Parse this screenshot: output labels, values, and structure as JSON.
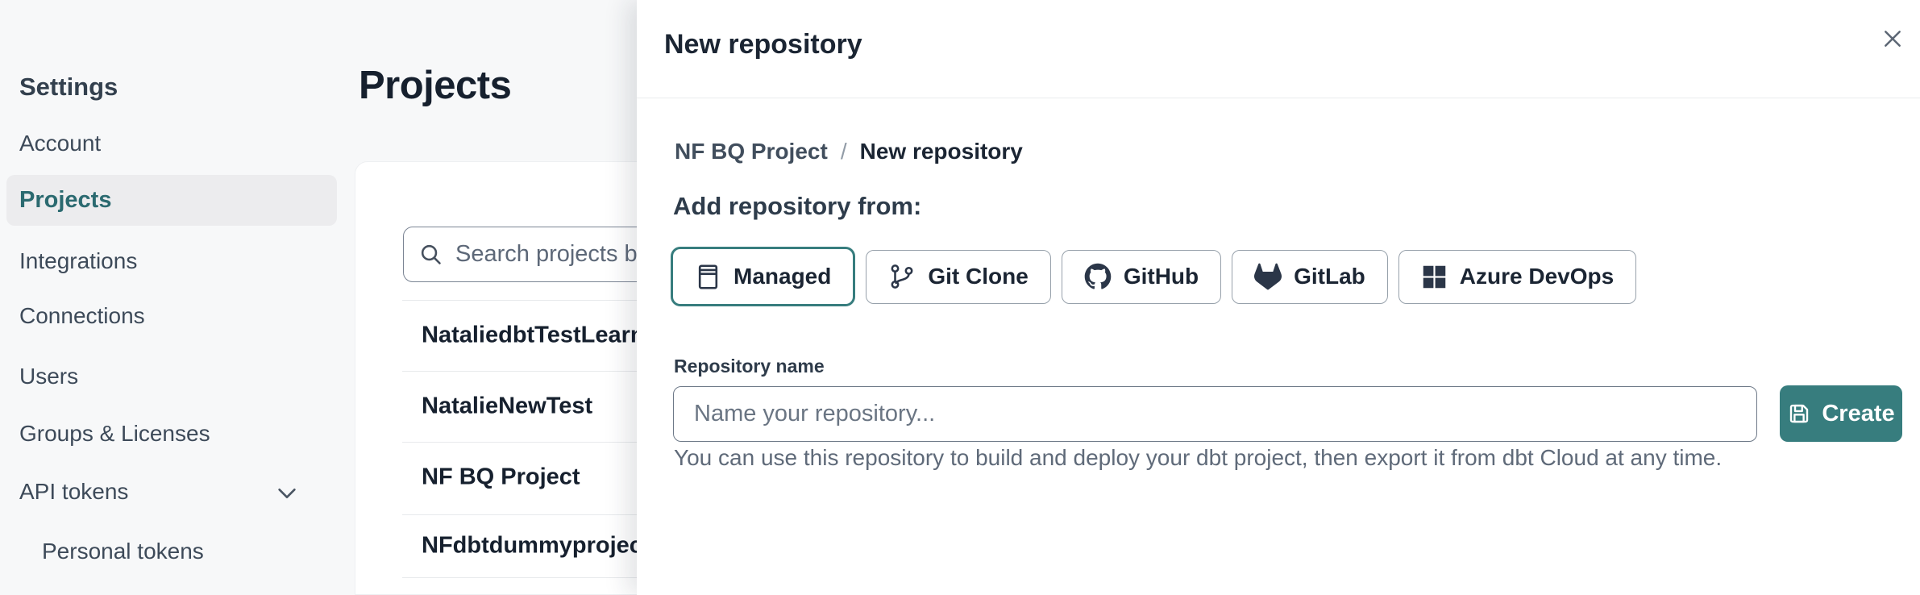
{
  "colors": {
    "teal_accent": "#377D7E",
    "dark_text": "#1B2533",
    "slate_text": "#3D4A59",
    "muted_text": "#5F6A79",
    "page_background": "#F7F8F9",
    "active_item_background": "#ECECEE",
    "active_item_text": "#2B6A70",
    "divider": "#E8EAEC"
  },
  "sidebar": {
    "title": "Settings",
    "items": [
      {
        "label": "Account"
      },
      {
        "label": "Projects",
        "active": true
      },
      {
        "label": "Integrations"
      },
      {
        "label": "Connections"
      },
      {
        "label": "Users"
      },
      {
        "label": "Groups & Licenses"
      },
      {
        "label": "API tokens",
        "icon": "chevron-down-icon"
      },
      {
        "label": "Personal tokens",
        "indented": true
      }
    ]
  },
  "projects_panel": {
    "title": "Projects",
    "search": {
      "icon": "search-icon",
      "placeholder": "Search projects by na"
    },
    "rows": [
      {
        "name": "NataliedbtTestLearn T"
      },
      {
        "name": "NatalieNewTest"
      },
      {
        "name": "NF BQ Project"
      },
      {
        "name": "NFdbtdummyproject"
      }
    ]
  },
  "modal": {
    "title": "New repository",
    "close_icon": "close-icon",
    "breadcrumb": {
      "project": "NF BQ Project",
      "separator": "/",
      "current": "New repository"
    },
    "heading": "Add repository from:",
    "source_buttons": [
      {
        "label": "Managed",
        "icon": "managed-repo-icon",
        "selected": true
      },
      {
        "label": "Git Clone",
        "icon": "git-branch-icon",
        "selected": false
      },
      {
        "label": "GitHub",
        "icon": "github-icon",
        "selected": false
      },
      {
        "label": "GitLab",
        "icon": "gitlab-icon",
        "selected": false
      },
      {
        "label": "Azure DevOps",
        "icon": "azure-devops-icon",
        "selected": false
      }
    ],
    "form": {
      "name_label": "Repository name",
      "name_placeholder": "Name your repository...",
      "create_label": "Create",
      "create_icon": "save-icon",
      "helper_text": "You can use this repository to build and deploy your dbt project, then export it from dbt Cloud at any time."
    }
  }
}
